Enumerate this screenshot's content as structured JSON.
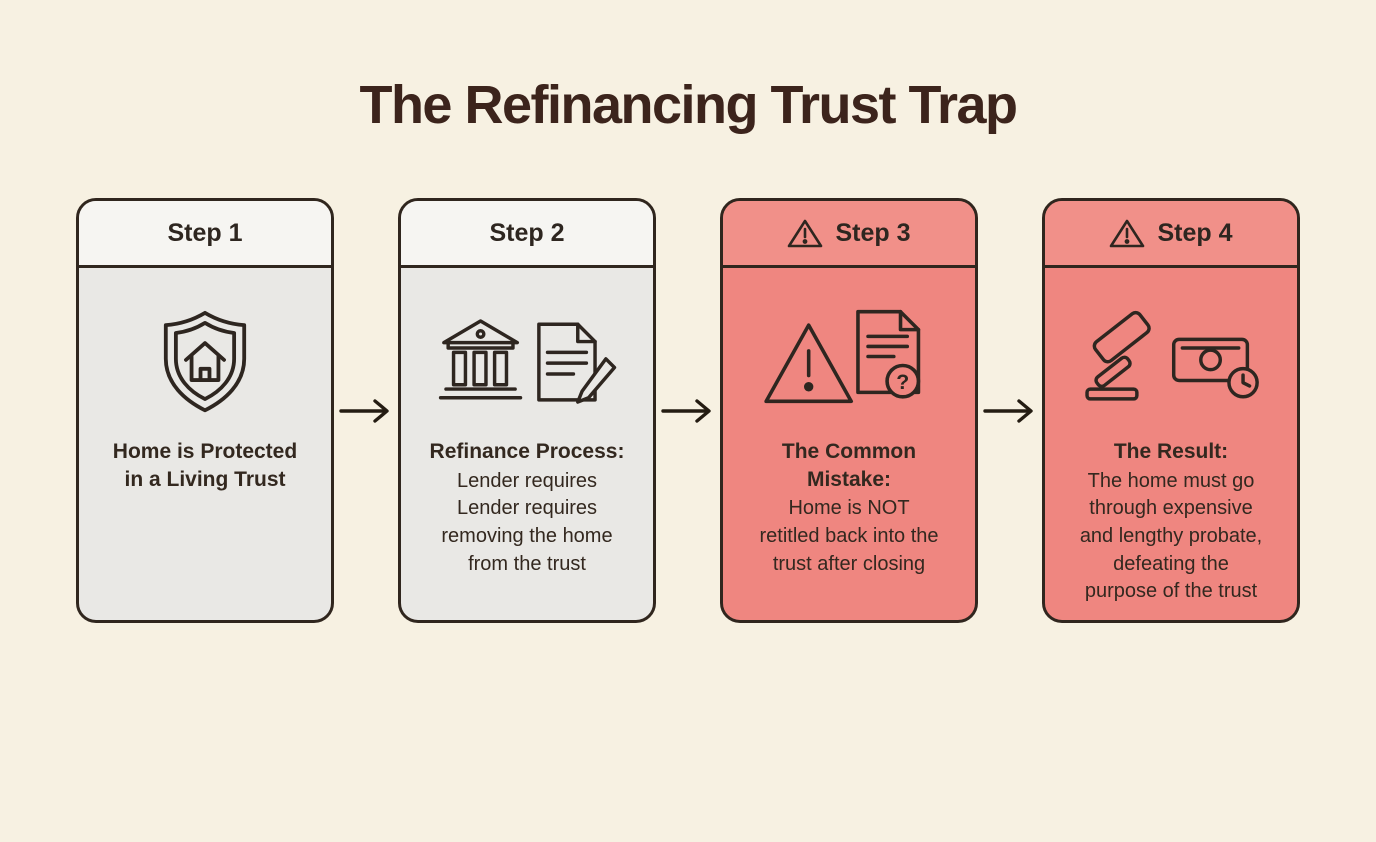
{
  "title": "The Refinancing Trust Trap",
  "colors": {
    "background": "#f7f1e2",
    "card_gray": "#e9e8e5",
    "card_red": "#ef8680",
    "border": "#30261e",
    "title_text": "#3c241c"
  },
  "steps": [
    {
      "label": "Step 1",
      "icon": "shield-home-icon",
      "warning_in_header": false,
      "heading": "Home is Protected\nin a Living Trust",
      "body": ""
    },
    {
      "label": "Step 2",
      "icon": "bank-and-document-icon",
      "warning_in_header": false,
      "heading": "Refinance Process:",
      "body": "Lender requires\nLender requires\nremoving the home\nfrom the trust"
    },
    {
      "label": "Step 3",
      "icon": "warning-document-icon",
      "warning_in_header": true,
      "heading": "The Common\nMistake:",
      "body": "Home is NOT\nretitled back into the\ntrust after closing"
    },
    {
      "label": "Step 4",
      "icon": "gavel-money-icon",
      "warning_in_header": true,
      "heading": "The Result:",
      "body": "The home must go\nthrough expensive\nand lengthy probate,\ndefeating the\npurpose of the trust"
    }
  ]
}
